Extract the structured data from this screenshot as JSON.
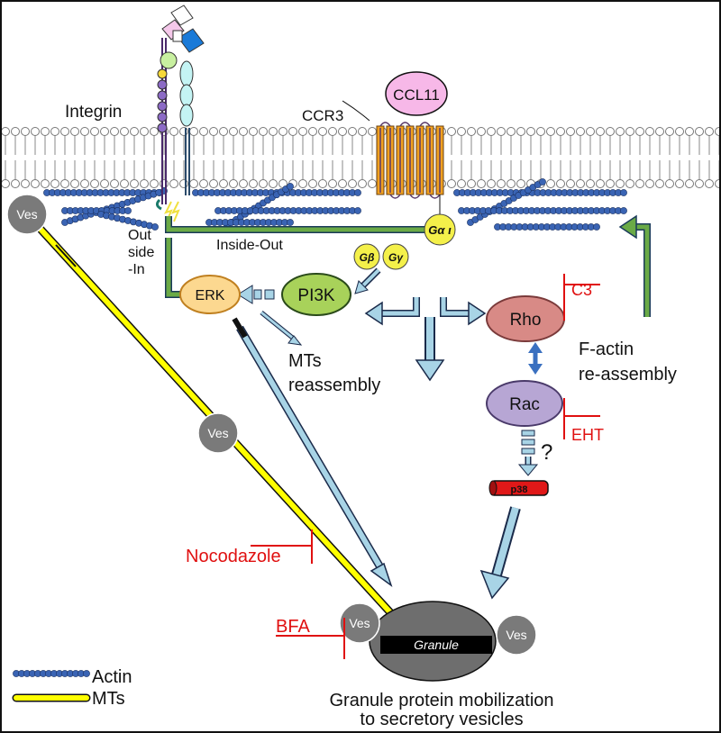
{
  "labels": {
    "integrin": "Integrin",
    "ccr3": "CCR3",
    "ccl11": "CCL11",
    "g_alpha": "Gα ι",
    "g_beta": "Gβ",
    "g_gamma": "Gγ",
    "outside_in_1": "Out",
    "outside_in_2": "side",
    "outside_in_3": "-In",
    "inside_out": "Inside-Out",
    "erk": "ERK",
    "pi3k": "PI3K",
    "rho": "Rho",
    "rac": "Rac",
    "p38": "p38",
    "mts_reassembly_1": "MTs",
    "mts_reassembly_2": "reassembly",
    "factin_1": "F-actin",
    "factin_2": "re-assembly",
    "question": "?",
    "granule": "Granule",
    "ves": "Ves",
    "caption_1": "Granule protein mobilization",
    "caption_2": "to secretory vesicles"
  },
  "inhibitors": {
    "c3": "C3",
    "eht": "EHT",
    "nocodazole": "Nocodazole",
    "bfa": "BFA"
  },
  "legend": {
    "actin": "Actin",
    "mts": "MTs"
  },
  "colors": {
    "actin": "#3a64b4",
    "mt_fill": "#ffff00",
    "inhibitor": "#e01010",
    "signal_arrow": "#a8d4e6",
    "green_path": "#6aaa46",
    "ccr3_helix": "#f0a020",
    "ccl11": "#f7b8e8",
    "erk": "#fcd890",
    "pi3k": "#a8d25a",
    "rho": "#d88a86",
    "rac": "#b7a6d4",
    "granule": "#6e6e6e",
    "ves": "#7a7a7a",
    "p38": "#e01818"
  }
}
